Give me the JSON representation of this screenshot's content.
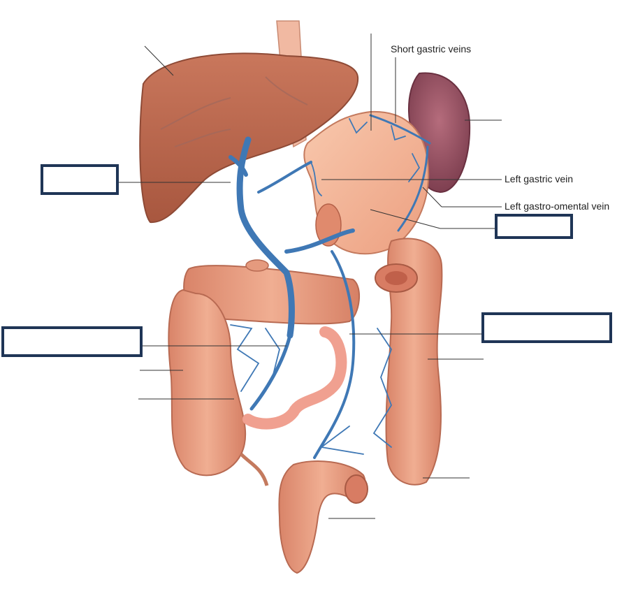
{
  "labels": {
    "short_gastric": "Short gastric veins",
    "left_gastric": "Left gastric vein",
    "left_gastro_omental": "Left gastro-omental vein"
  },
  "blank_answer_boxes": 4,
  "colors": {
    "liver": "#b8664f",
    "stomach": "#f3b598",
    "spleen": "#9a5668",
    "colon": "#e59a7e",
    "small_intestine": "#f0a090",
    "vein": "#3f78b5",
    "box_border": "#1f3556",
    "leader_line": "#333333"
  }
}
